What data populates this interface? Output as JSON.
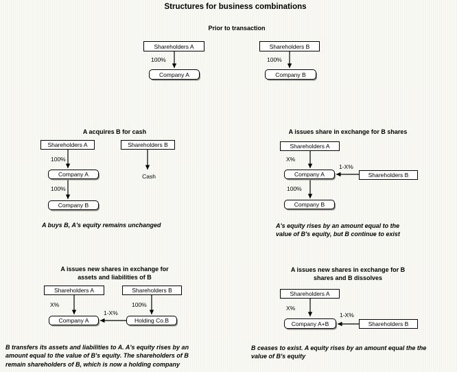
{
  "title": "Structures for business combinations",
  "prior": {
    "heading": "Prior to transaction",
    "shareholders_a": "Shareholders A",
    "pct_a": "100%",
    "company_a": "Company A",
    "shareholders_b": "Shareholders B",
    "pct_b": "100%",
    "company_b": "Company B"
  },
  "cash_deal": {
    "heading": "A acquires B for cash",
    "shareholders_a": "Shareholders A",
    "pct_sa_ca": "100%",
    "company_a": "Company A",
    "pct_ca_cb": "100%",
    "company_b": "Company B",
    "shareholders_b": "Shareholders B",
    "cash": "Cash",
    "caption": "A buys B, A's equity remains unchanged"
  },
  "share_exchange": {
    "heading": "A issues share in exchange for B shares",
    "shareholders_a": "Shareholders A",
    "pct_x": "X%",
    "pct_1x": "1-X%",
    "company_a": "Company A",
    "shareholders_b": "Shareholders B",
    "pct_100": "100%",
    "company_b": "Company B",
    "caption_1": "A's equity rises by an amount equal to the",
    "caption_2": "value of B's equity, but B continue to exist"
  },
  "asset_transfer": {
    "heading_1": "A issues new shares in exchange for",
    "heading_2": "assets and liabilities of B",
    "shareholders_a": "Shareholders A",
    "pct_x": "X%",
    "shareholders_b": "Shareholders B",
    "pct_100": "100%",
    "pct_1x": "1-X%",
    "company_a": "Company A",
    "holding_b": "Holding Co.B",
    "caption_1": "B transfers its assets and liabilities to A. A's equity rises by an",
    "caption_2": "amount equal to the value of B's equity. The shareholders of B",
    "caption_3": "remain shareholders of B, which is now a holding company"
  },
  "dissolution": {
    "heading_1": "A issues new shares in exchange for B",
    "heading_2": "shares and B dissolves",
    "shareholders_a": "Shareholders A",
    "pct_x": "X%",
    "pct_1x": "1-X%",
    "company_ab": "Company A+B",
    "shareholders_b": "Shareholders B",
    "caption_1": "B ceases to exist. A equity rises by an amount equal the the",
    "caption_2": "value of B's equity"
  }
}
